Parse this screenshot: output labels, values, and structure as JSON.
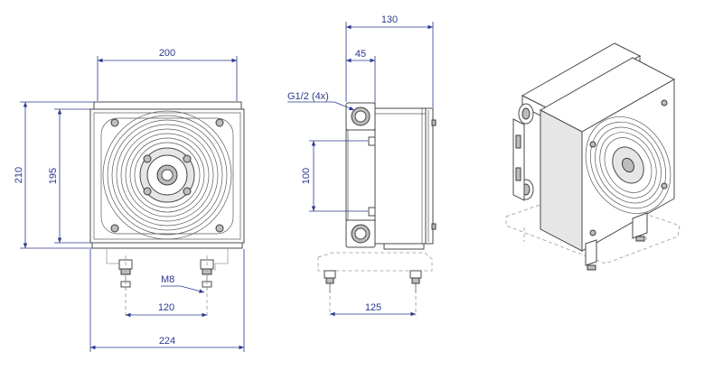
{
  "dimensions": {
    "front_width_top": "200",
    "front_height_outer": "210",
    "front_height_inner": "195",
    "front_bolt_spacing": "120",
    "front_width_bottom": "224",
    "side_depth": "130",
    "side_port_offset": "45",
    "side_port_spacing": "100",
    "side_foot_spacing": "125"
  },
  "callouts": {
    "port_thread": "G1/2 (4x)",
    "mount_thread": "M8"
  }
}
